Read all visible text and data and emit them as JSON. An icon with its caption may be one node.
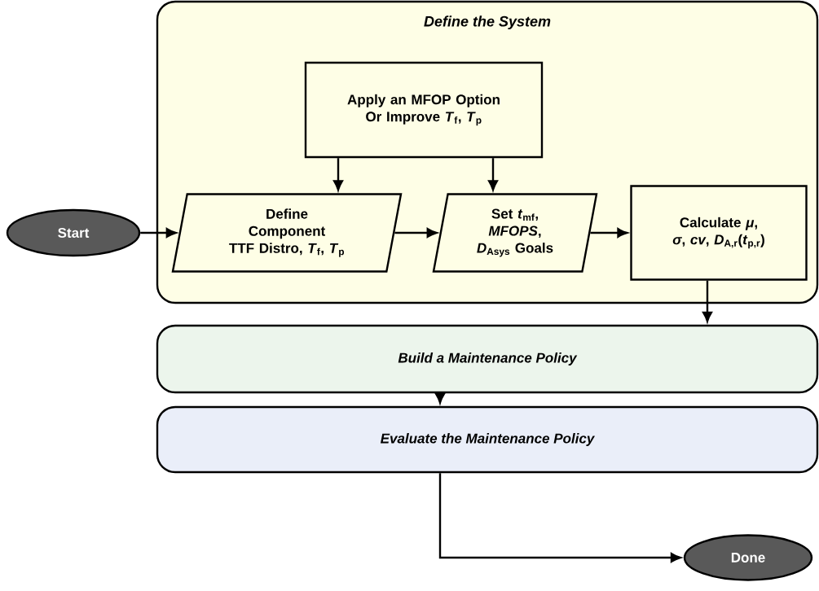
{
  "diagram": {
    "nodes": [
      {
        "text": [
          "Define the System"
        ]
      },
      {
        "text": [
          "Apply an MFOP Option Or Improve *T*$_{f}$, *T*$_{p}$"
        ],
        "in": 0
      },
      {
        "text": [
          "Define Component TTF Distro, *T*$_{f}$, *T*$_{p}$"
        ],
        "in": 0
      },
      {
        "text": [
          "Set *t*$_{mf}$, *MFOPS*, *D*$_{Asys}$ Goals"
        ],
        "in": 0
      },
      {
        "text": [
          "Calculate *μ*, *σ*, *cv*, *D*$_{A,r}$(*t*$_{p,r}$)"
        ],
        "in": 0
      },
      {
        "text": [
          "Start"
        ]
      },
      {
        "text": [
          "Build a Maintenance Policy"
        ]
      },
      {
        "text": [
          "Evaluate the Maintenance Policy"
        ]
      },
      {
        "text": [
          "Done"
        ]
      }
    ],
    "edges": [
      {
        "from": 5,
        "to": 2,
        "arrow": "to"
      },
      {
        "from": 1,
        "to": 2,
        "arrow": "to"
      },
      {
        "from": 1,
        "to": 3,
        "arrow": "to"
      },
      {
        "from": 2,
        "to": 3,
        "arrow": "to"
      },
      {
        "from": 3,
        "to": 4,
        "arrow": "to"
      },
      {
        "from": 4,
        "to": 6,
        "arrow": "to"
      },
      {
        "from": 6,
        "to": 7,
        "arrow": "to"
      },
      {
        "from": 7,
        "to": 8,
        "arrow": "to"
      }
    ]
  }
}
